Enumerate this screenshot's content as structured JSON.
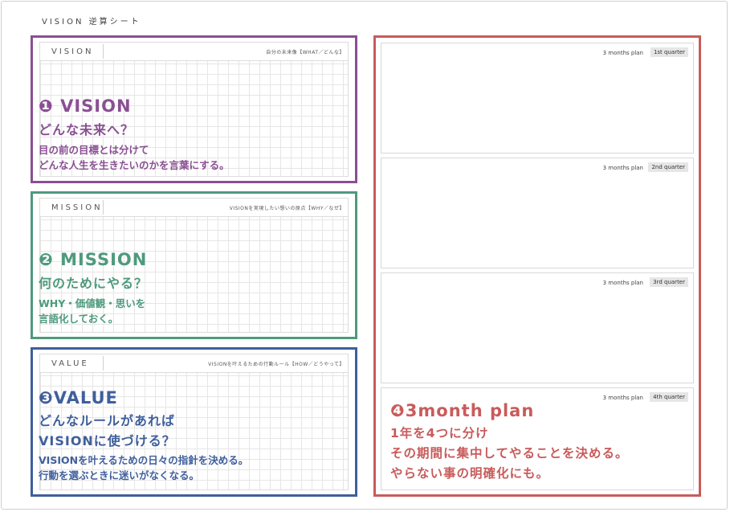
{
  "doc_title": "VISION 逆算シート",
  "colors": {
    "vision": "#8a4f93",
    "mission": "#4e9a7c",
    "value": "#3f5f9c",
    "plan": "#c95b5b"
  },
  "vision": {
    "label": "VISION",
    "sub": "自分の未来像【WHAT／どんな】",
    "heading": "❶ VISION",
    "question": "どんな未来へ？",
    "desc": [
      "目の前の目標とは分けて",
      "どんな人生を生きたいのかを言葉にする。"
    ]
  },
  "mission": {
    "label": "MISSION",
    "sub": "VISIONを実現したい想いの原点【WHY／なぜ】",
    "heading": "❷ MISSION",
    "question": "何のためにやる？",
    "desc": [
      "WHY・価値観・思いを",
      "言語化しておく。"
    ]
  },
  "value": {
    "label": "VALUE",
    "sub": "VISIONを叶えるための行動ルール【HOW／どうやって】",
    "heading": "❸VALUE",
    "question": [
      "どんなルールがあれば",
      "VISIONに使づける？"
    ],
    "desc": [
      "VISIONを叶えるための日々の指針を決める。",
      "行動を選ぶときに迷いがなくなる。"
    ]
  },
  "plan": {
    "quarters": [
      {
        "plan": "3 months plan",
        "label": "1st quarter"
      },
      {
        "plan": "3 months plan",
        "label": "2nd quarter"
      },
      {
        "plan": "3 months plan",
        "label": "3rd quarter"
      },
      {
        "plan": "3 months plan",
        "label": "4th quarter"
      }
    ],
    "heading": "❹3month plan",
    "desc": [
      "1年を4つに分け",
      "その期間に集中してやることを決める。",
      "やらない事の明確化にも。"
    ]
  }
}
